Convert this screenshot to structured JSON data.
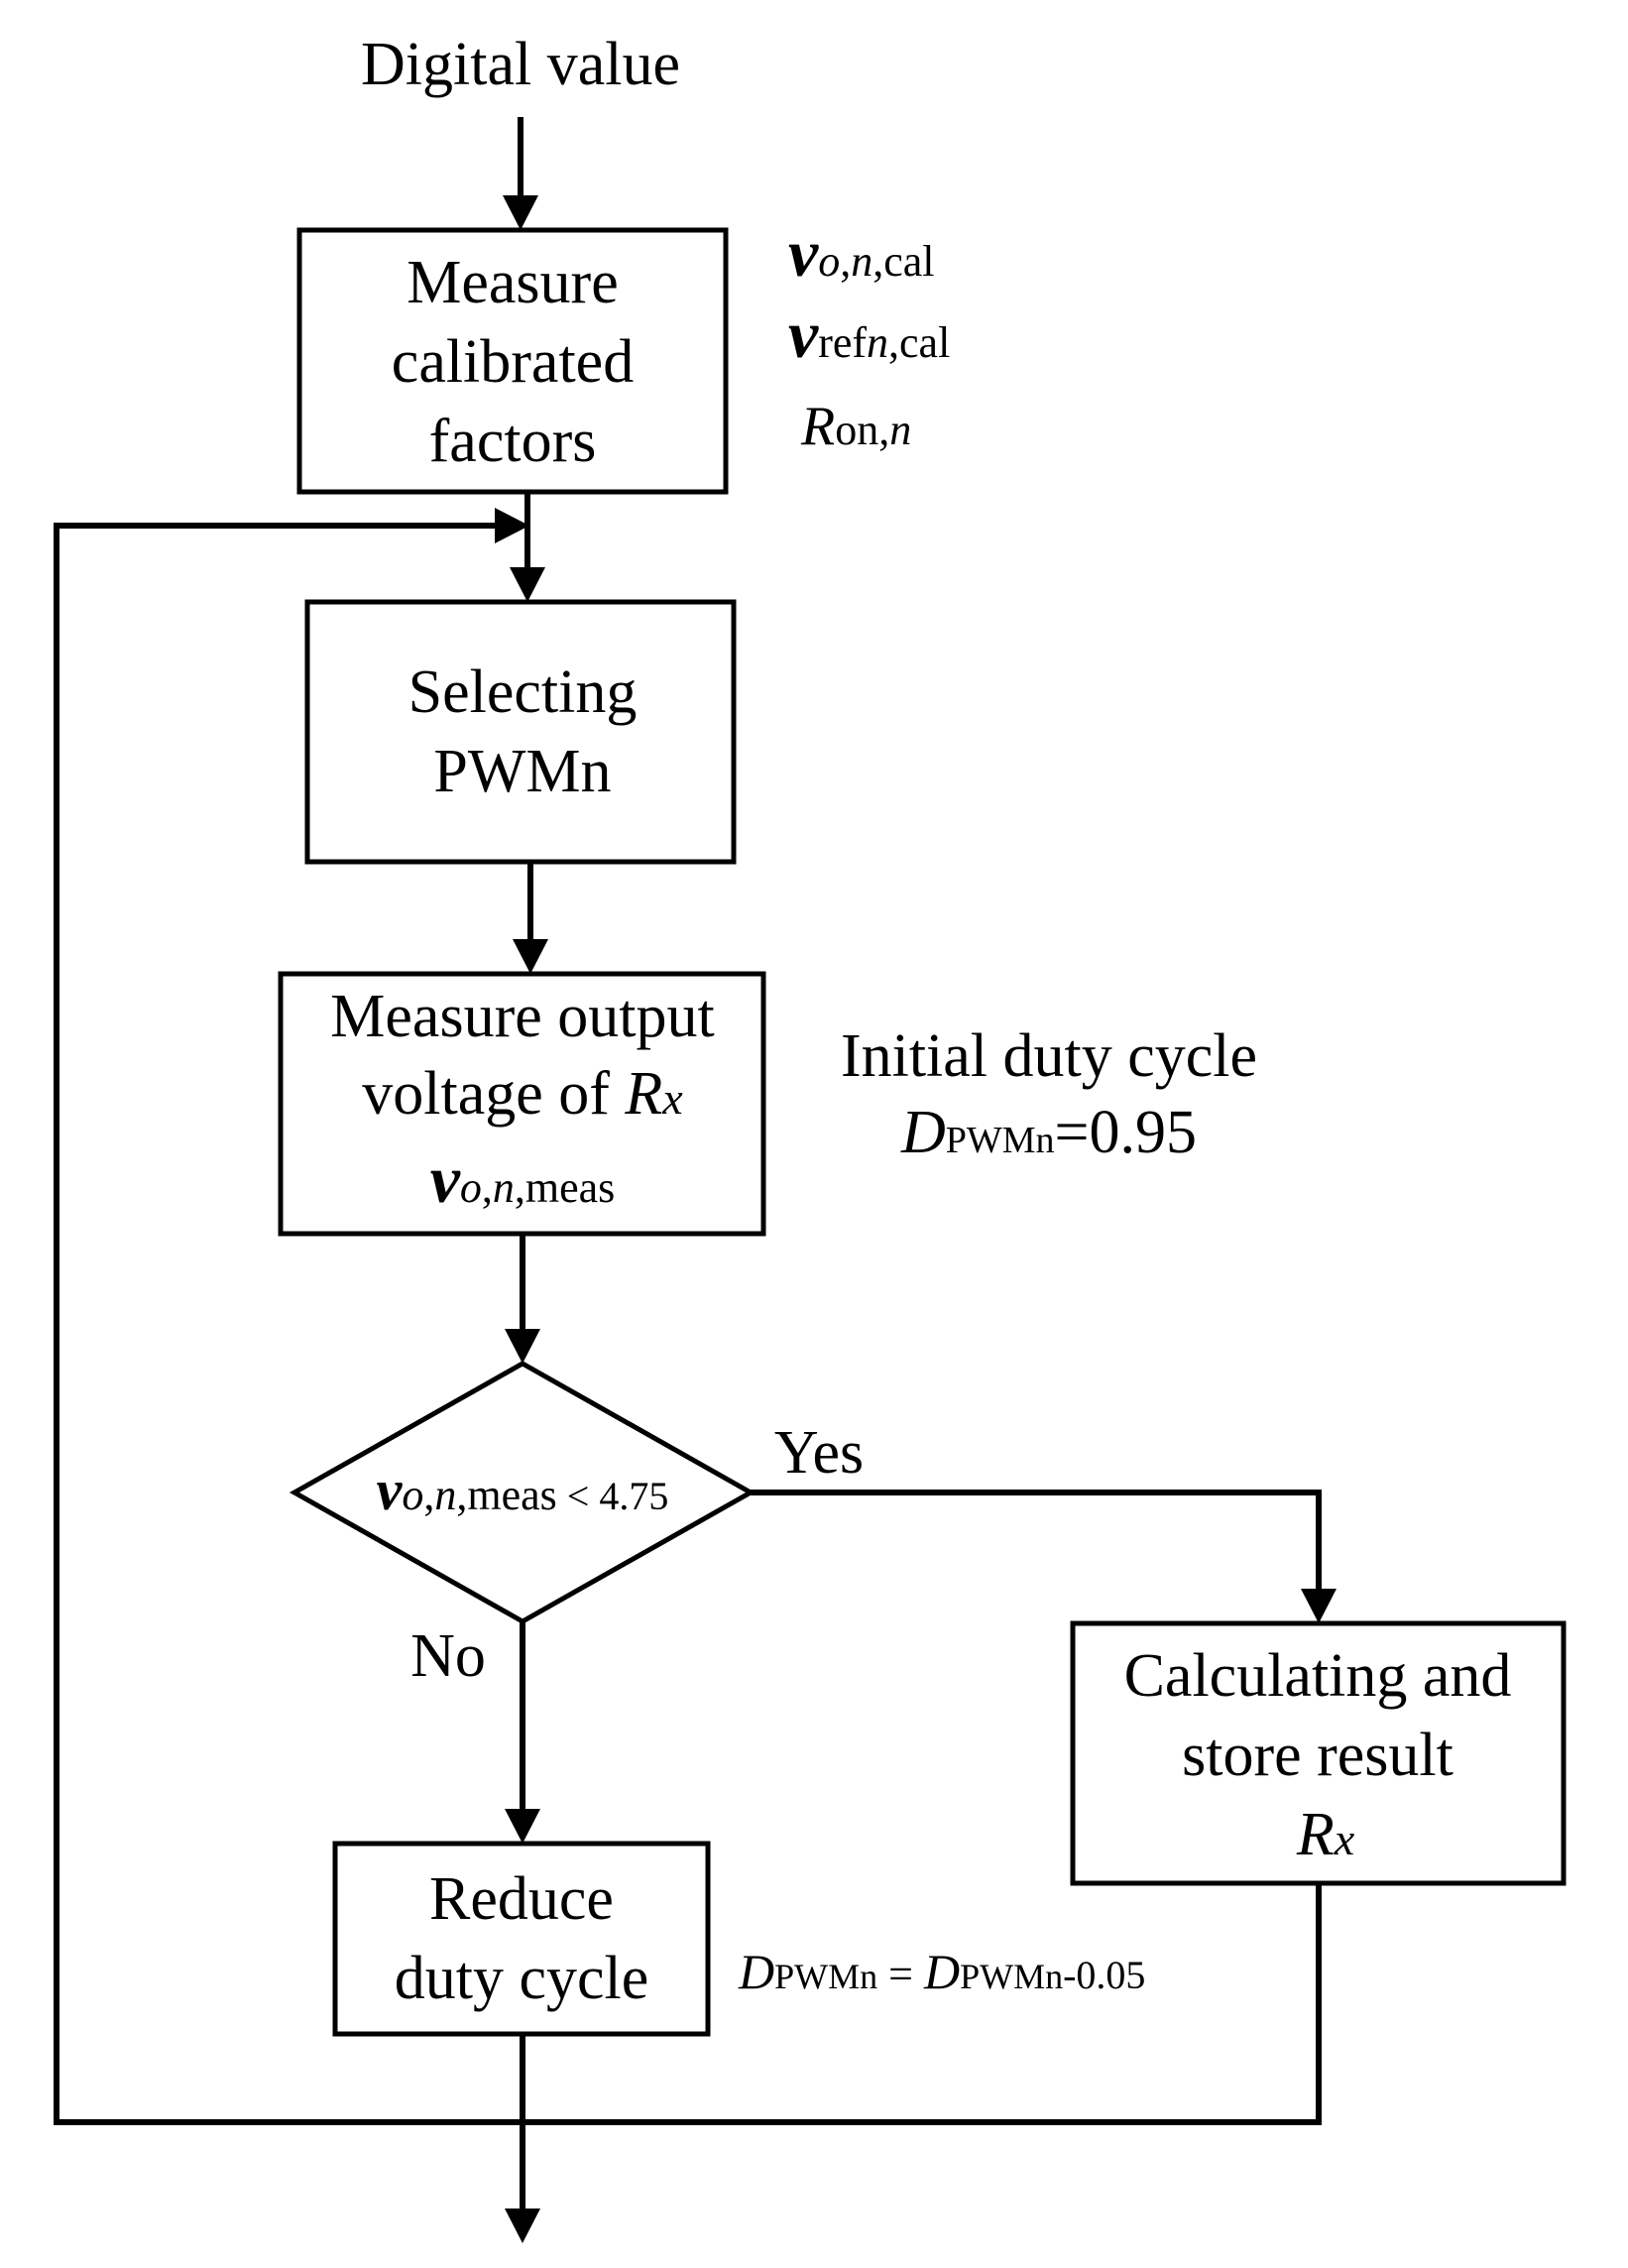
{
  "start_label": "Digital value",
  "boxes": {
    "measure_cal": [
      "Measure",
      "calibrated",
      "factors"
    ],
    "select_pwm": [
      "Selecting",
      "PWMn"
    ],
    "measure_out": [
      "Measure output",
      "voltage of "
    ],
    "calc": [
      "Calculating and",
      "store result"
    ],
    "reduce": [
      "Reduce",
      "duty cycle"
    ]
  },
  "math": {
    "v": "v",
    "o": "o",
    "comma": ",",
    "n": "n",
    "cal": "cal",
    "ref": "ref",
    "R": "R",
    "on": "on",
    "meas": "meas",
    "x": "x",
    "lt": " < 4.75",
    "D": "D",
    "pwmn": "PWMn",
    "init_eq": "=0.95",
    "reduce_eq": " = ",
    "reduce_tail": "-0.05"
  },
  "annotations": {
    "initial_duty": "Initial duty cycle"
  },
  "branches": {
    "yes": "Yes",
    "no": "No"
  }
}
